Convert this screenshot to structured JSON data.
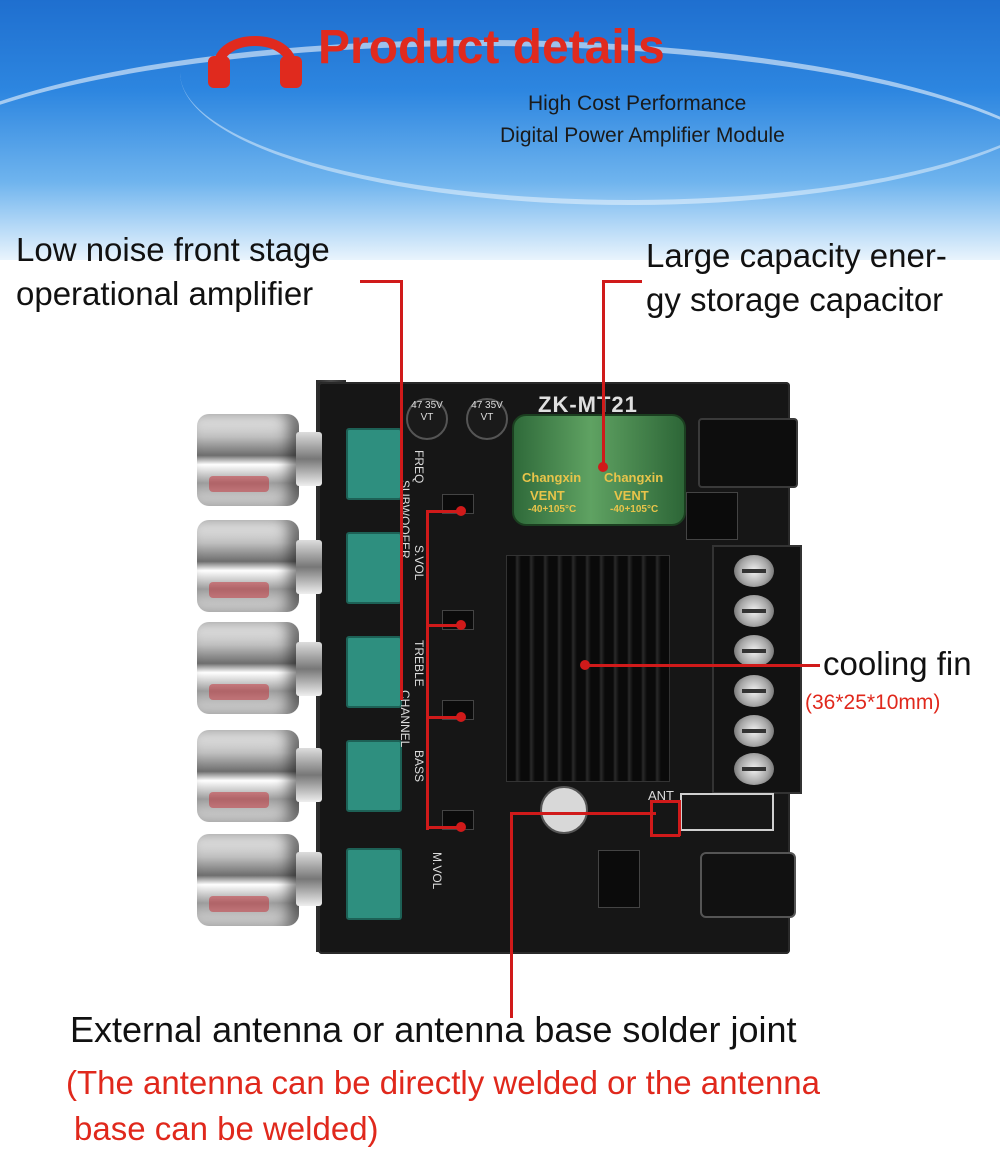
{
  "header": {
    "title": "Product details",
    "subtitle_line1": "High Cost Performance",
    "subtitle_line2": "Digital Power Amplifier Module"
  },
  "callouts": {
    "opamp": {
      "line1": "Low noise front stage",
      "line2": "operational amplifier"
    },
    "capacitor": {
      "line1": "Large capacity ener-",
      "line2": "gy storage capacitor"
    },
    "cooling": {
      "label": "cooling fin",
      "spec": "(36*25*10mm)"
    },
    "antenna": {
      "label": "External antenna or antenna base solder joint",
      "note_line1": "(The antenna can be directly welded or the antenna",
      "note_line2": "base can be welded)"
    }
  },
  "board": {
    "model": "ZK-MT21",
    "capacitor_brand": "Changxin",
    "capacitor_vent": "VENT",
    "capacitor_temp": "-40+105°C",
    "small_cap_label": "47 35V VT",
    "silk_freq": "FREQ",
    "silk_subwoofer": "SUBWOOFER",
    "silk_svol": "S.VOL",
    "silk_treble": "TREBLE",
    "silk_channel": "CHANNEL",
    "silk_bass": "BASS",
    "silk_mvol": "M.VOL",
    "silk_ant": "ANT"
  },
  "colors": {
    "title_red": "#e02a1e",
    "callout_line": "#d01a1a",
    "header_blue": "#2d86e0",
    "pot_teal": "#2e8f7f"
  },
  "icons": {
    "header_icon": "headphones-icon"
  }
}
